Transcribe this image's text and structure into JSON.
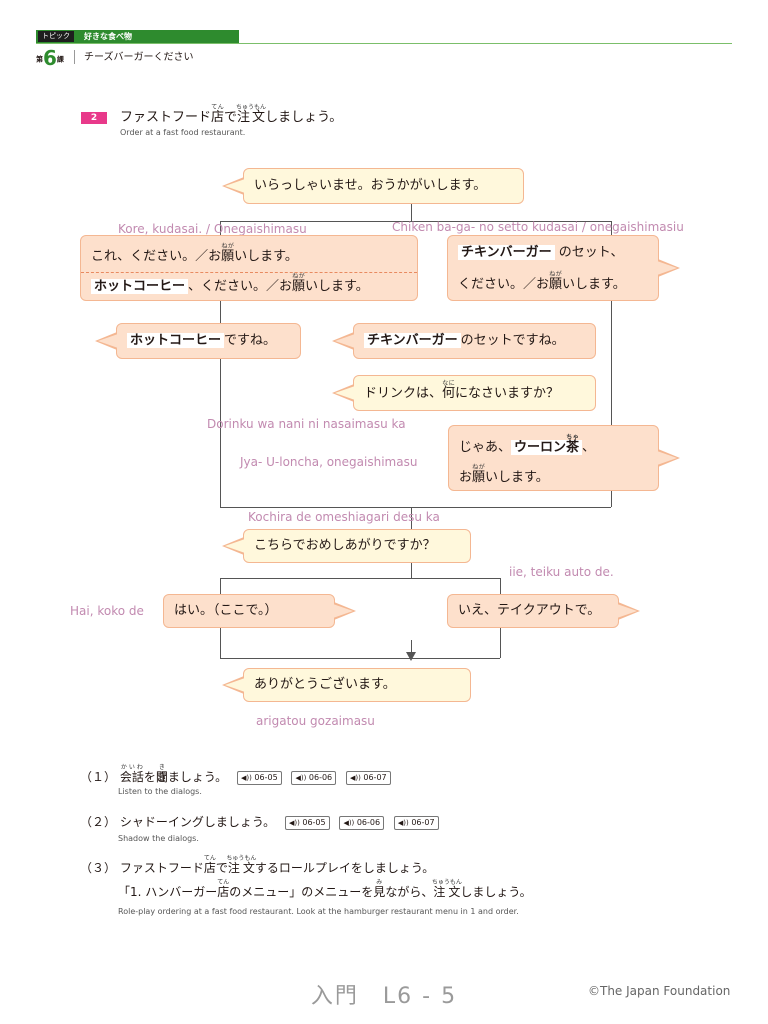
{
  "header": {
    "tag": "トピック",
    "topic": "好きな食べ物",
    "lesson_prefix": "第",
    "lesson_number": "6",
    "lesson_suffix": "課",
    "lesson_title": "チーズバーガーください"
  },
  "section": {
    "badge": "2",
    "title_a": "ファストフード",
    "title_kanji1": "店",
    "title_ruby1": "てん",
    "title_b": "で",
    "title_kanji2": "注文",
    "title_ruby2": "ちゅうもん",
    "title_c": "しましょう。",
    "subtitle": "Order at a fast food restaurant."
  },
  "dialog": {
    "b1": "いらっしゃいませ。おうかがいします。",
    "romaji_left1": "Kore, kudasai. / Onegaishimasu",
    "romaji_right1": "Chiken ba-ga- no setto kudasai / onegaishimasiu",
    "b2_line1_a": "これ、ください。／お",
    "b2_line1_kanji": "願",
    "b2_line1_ruby": "ねが",
    "b2_line1_b": "いします。",
    "b2_line2_hl": "ホットコーヒー",
    "b2_line2_a": "、ください。／お",
    "b2_line2_kanji": "願",
    "b2_line2_ruby": "ねが",
    "b2_line2_b": "いします。",
    "b3_line1_hl": "チキンバーガー",
    "b3_line1_a": "のセット、",
    "b3_line2_a": "ください。／お",
    "b3_line2_kanji": "願",
    "b3_line2_ruby": "ねが",
    "b3_line2_b": "いします。",
    "b4_hl": "ホットコーヒー",
    "b4_text": "ですね。",
    "b5_hl": "チキンバーガー",
    "b5_text": "のセットですね。",
    "b6_a": "ドリンクは、",
    "b6_kanji": "何",
    "b6_ruby": "なに",
    "b6_b": "になさいますか？",
    "romaji_drink": "Dorinku wa nani ni nasaimasu ka",
    "romaji_oolong": "Jya- U-loncha, onegaishimasu",
    "b7_line1_a": "じゃあ、",
    "b7_line1_hl_a": "ウーロン",
    "b7_line1_kanji": "茶",
    "b7_line1_ruby": "ちゃ",
    "b7_line1_b": "、",
    "b7_line2_a": "お",
    "b7_line2_kanji": "願",
    "b7_line2_ruby": "ねが",
    "b7_line2_b": "いします。",
    "romaji_kochira": "Kochira de omeshiagari desu ka",
    "b8": "こちらでおめしあがりですか？",
    "romaji_iie": "iie, teiku auto de.",
    "romaji_hai": "Hai, koko de",
    "b9": "はい。（ここで。）",
    "b10": "いえ、テイクアウトで。",
    "b11": "ありがとうございます。",
    "romaji_arigatou": "arigatou gozaimasu"
  },
  "exercises": [
    {
      "num": "（１）",
      "k1": "会話",
      "r1": "かいわ",
      "t1": "を",
      "k2": "聞",
      "r2": "き",
      "t2": "きましょう。",
      "audio": [
        "06-05",
        "06-06",
        "06-07"
      ],
      "sub": "Listen to the dialogs."
    },
    {
      "num": "（２）",
      "t1": "シャドーイングしましょう。",
      "audio": [
        "06-05",
        "06-06",
        "06-07"
      ],
      "sub": "Shadow the dialogs."
    },
    {
      "num": "（３）",
      "t1": "ファストフード",
      "k1": "店",
      "r1": "てん",
      "t2": "で",
      "k2": "注文",
      "r2": "ちゅうもん",
      "t3": "するロールプレイをしましょう。",
      "line2_a": "「1. ハンバーガー",
      "line2_k1": "店",
      "line2_r1": "てん",
      "line2_b": "のメニュー」のメニューを",
      "line2_k2": "見",
      "line2_r2": "み",
      "line2_c": "ながら、",
      "line2_k3": "注文",
      "line2_r3": "ちゅうもん",
      "line2_d": "しましょう。",
      "sub": "Role-play ordering at a fast food restaurant. Look at the hamburger restaurant menu in 1 and order."
    }
  ],
  "footer": {
    "page": "入門　L6 - 5",
    "copyright": "©The Japan Foundation"
  },
  "colors": {
    "accent_green": "#2e8b2e",
    "badge_pink": "#e8398a",
    "bubble_fill": "#fde0cc",
    "romaji": "#c28ab0"
  }
}
